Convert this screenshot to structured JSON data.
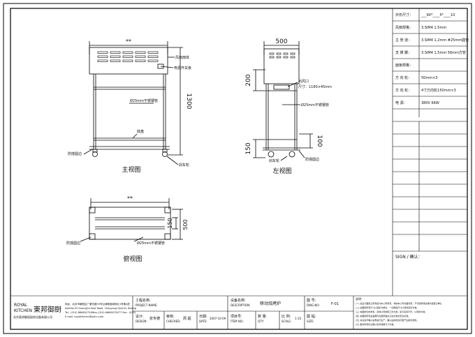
{
  "drawing": {
    "front_view": {
      "width_dim": "**",
      "height_dim": "1300",
      "callout_fan": "风扇扇体",
      "callout_switch": "电源开关板",
      "callout_tube": "Ø25mm不锈钢管",
      "callout_shelf": "底盘",
      "callout_bracket": "防撞圆边",
      "callout_wheel": "刹车轮",
      "caption": "主视图"
    },
    "side_view": {
      "width_dim": "500",
      "upper_dim": "200",
      "lower_dim": "150",
      "wheel_dim": "100",
      "callout_outlet": "出风口",
      "callout_outlet_size": "尺寸：1160×45mm",
      "callout_tube": "Ø25mm不锈钢管",
      "callout_bracket": "防撞圆边",
      "callout_wheel": "刹车轮",
      "caption": "左视图"
    },
    "top_view": {
      "width_dim": "**",
      "depth_dim_inner": "150",
      "depth_dim_outer": "500",
      "callout_bracket": "防撞圆边",
      "callout_tube": "Ø25mm不锈钢管",
      "caption": "俯视图"
    }
  },
  "spec_table": {
    "rows": [
      {
        "label": "外形尺寸：",
        "value": "___90*____5*____10"
      },
      {
        "label": "风扇规格：",
        "value": "3.SIM4 1.5mm"
      },
      {
        "label": "主 管 道：",
        "value": "3.SIM4 1.2mm #25mm圆管"
      },
      {
        "label": "支 撑 脚：",
        "value": "3.SIM4 1.5mm 56mm方管"
      },
      {
        "label": "面板规格：",
        "value": ""
      },
      {
        "label": "方 向 轮：",
        "value": "50mm×3"
      },
      {
        "label": "方 向 轮：",
        "value": "4寸万向轮150mm×3"
      },
      {
        "label": "电    源：",
        "value": "380V 6KW"
      }
    ],
    "signature": "SIGN / 确认："
  },
  "title_block": {
    "logo_top": "ROYAL",
    "logo_bottom": "KITCHEN",
    "logo_cn": "東邦御厨",
    "company_name_cn": "北京東邦御厨厨房设备有限公司",
    "company_address": "地址：北京市朝阳区广渠东路33号沿海赛洛城商业1号楼4层",
    "company_address_2": "Add:No.33 GuangQu East Road, Chaoyang District, Beijing",
    "company_contact": "Tel：(010) 66660275/66vs   (010) 66660276/77  Fax：(010)",
    "company_email": "E-mail: royalkitchen@sohu.com",
    "project_label": "工程名称:",
    "project_label_en": "PROJECT NAME:",
    "design_label": "设计:",
    "design_label_en": "DESIGN:",
    "design_value": "张专德",
    "check_label": "审核:",
    "check_label_en": "CHECKED:",
    "check_value": "周 超",
    "date_label": "日期:",
    "date_label_en": "DATE:",
    "date_value": "2007-10-09",
    "equipment_label": "设备名称:",
    "equipment_label_en": "DESCRIPTION:",
    "equipment_value": "移动烧烤炉",
    "item_label": "项目号:",
    "item_label_en": "ITEM NO.:",
    "drawing_no_label": "图 号:",
    "drawing_no_label_en": "DWG.NO:",
    "drawing_no_value": "F-01",
    "qty_label": "数 量:",
    "qty_label_en": "QTY:",
    "scale_label": "比 例:",
    "scale_label_en": "SCALE:",
    "scale_value": "1:10",
    "size_label": "图 幅:",
    "size_label_en": "SIZE:",
    "notes_title": "说明：",
    "notes": [
      "(一) 此设计图纸之所有权为本公司所有，非得本公司书面同意，不可随意转给或抄袭其它单位",
      "(二) 此图纸所有尺寸以毫米为单位，一切规格尺寸以现场实际为准。",
      "(三) 本图纸仅供参考，具体以现场施工时为准，如与实际不符，以现场为准。",
      "(四) 本图纸所有设备需符合国家相关卫生标准及安全标准。",
      "(五) 请在签字确认后再进行生产，确认后的修改可能产生额外费用。",
      "(六) 图中所有标注需以实际测量尺寸为准。"
    ]
  }
}
